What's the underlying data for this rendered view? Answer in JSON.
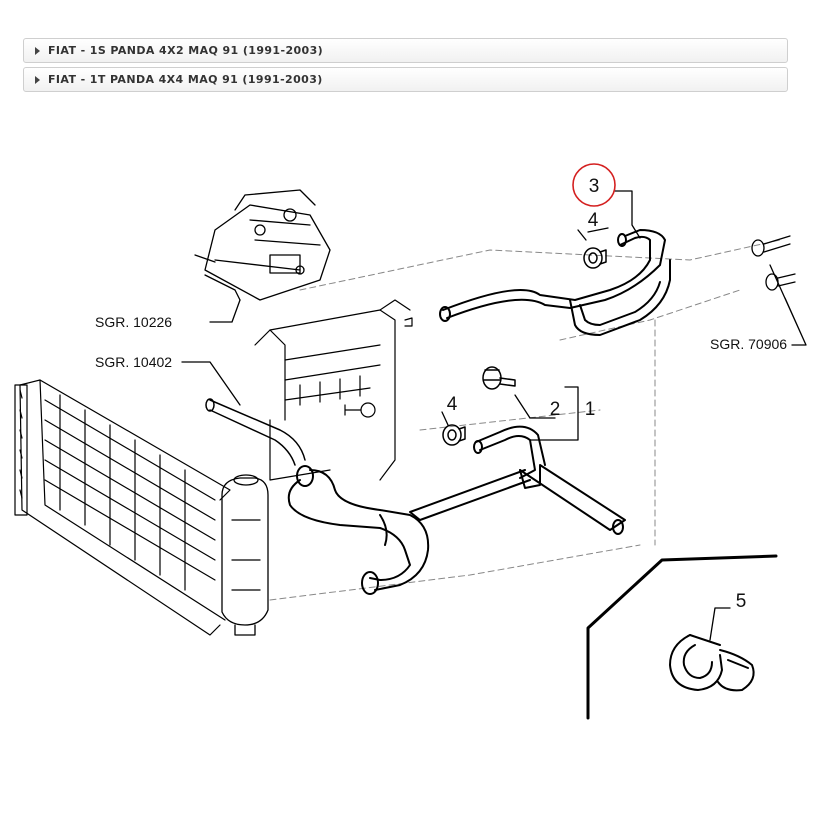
{
  "accordion": {
    "items": [
      {
        "label": "FIAT - 1S PANDA 4X2 MAQ 91 (1991-2003)"
      },
      {
        "label": "FIAT - 1T PANDA 4X4 MAQ 91 (1991-2003)"
      }
    ]
  },
  "diagram": {
    "part_labels": {
      "p1": "1",
      "p2": "2",
      "p3": "3",
      "p4a": "4",
      "p4b": "4",
      "p5": "5"
    },
    "refs": {
      "r1": "SGR. 10226",
      "r2": "SGR. 10402",
      "r3": "SGR. 70906"
    },
    "highlight_color": "#d42020"
  }
}
